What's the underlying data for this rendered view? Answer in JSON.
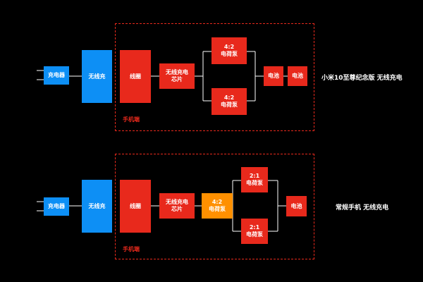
{
  "top": {
    "caption": "小米10至尊纪念版 无线充电",
    "frame_label": "手机端",
    "charger": "充电器",
    "wireless_charger": "无线充",
    "coil": "线圈",
    "chip": "无线充电\n芯片",
    "pump_upper": "4:2\n电荷泵",
    "pump_lower": "4:2\n电荷泵",
    "battery_1": "电池",
    "battery_2": "电池"
  },
  "bottom": {
    "caption": "常规手机 无线充电",
    "frame_label": "手机端",
    "charger": "充电器",
    "wireless_charger": "无线充",
    "coil": "线圈",
    "chip": "无线充电\n芯片",
    "pump_first": "4:2\n电荷泵",
    "pump_upper": "2:1\n电荷泵",
    "pump_lower": "2:1\n电荷泵",
    "battery": "电池"
  },
  "colors": {
    "phone_side": "#e8291c",
    "external": "#0d8ff5",
    "highlight_pump": "#ff9000",
    "background": "#000000"
  }
}
